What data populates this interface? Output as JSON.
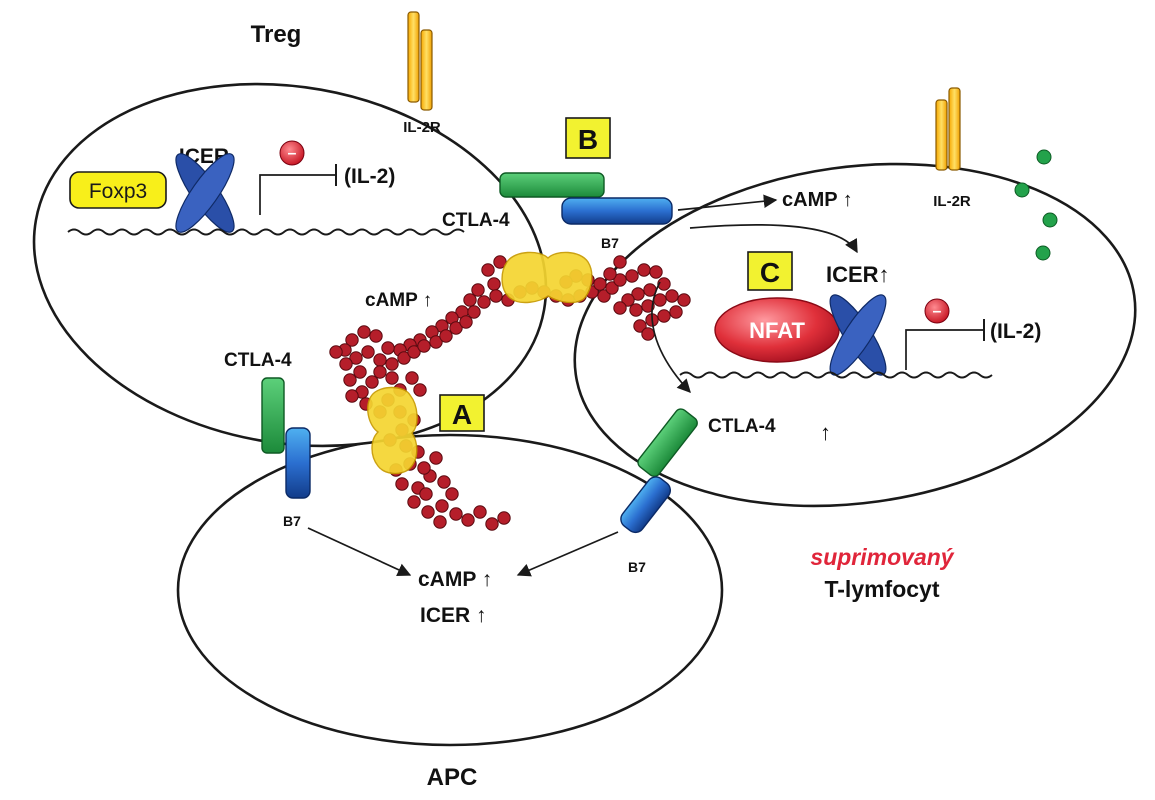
{
  "cells": {
    "treg": "Treg",
    "apc": "APC",
    "suppressed_line1": "suprimovaný",
    "suppressed_line2": "T-lymfocyt"
  },
  "treg": {
    "icer": "ICER",
    "foxp3": "Foxp3",
    "il2r": "IL-2R",
    "minus": "–",
    "il2": "(IL-2)",
    "camp_up": "cAMP ↑",
    "ctla4_top": "CTLA-4",
    "ctla4_left": "CTLA-4"
  },
  "tcell": {
    "camp_up": "cAMP ↑",
    "il2r": "IL-2R",
    "b7": "B7",
    "icer_up": "ICER↑",
    "nfat": "NFAT",
    "minus": "–",
    "il2": "(IL-2)",
    "ctla4": "CTLA-4",
    "ctla4_up": "↑"
  },
  "apc": {
    "b7_left": "B7",
    "b7_right": "B7",
    "camp_up": "cAMP ↑",
    "icer_up": "ICER ↑"
  },
  "boxes": {
    "a": "A",
    "b": "B",
    "c": "C"
  },
  "colors": {
    "box_fill": "#f2f230",
    "ctla4_green": "#2aa84a",
    "b7_blue": "#1f5fbf",
    "icer_blue": "#2a4fa8",
    "dot_red": "#b51e2a",
    "nfat_red": "#e0303a",
    "suppressed_red": "#e0253a",
    "gap_yellow": "#f5d530",
    "dot_green": "#23a24b"
  }
}
